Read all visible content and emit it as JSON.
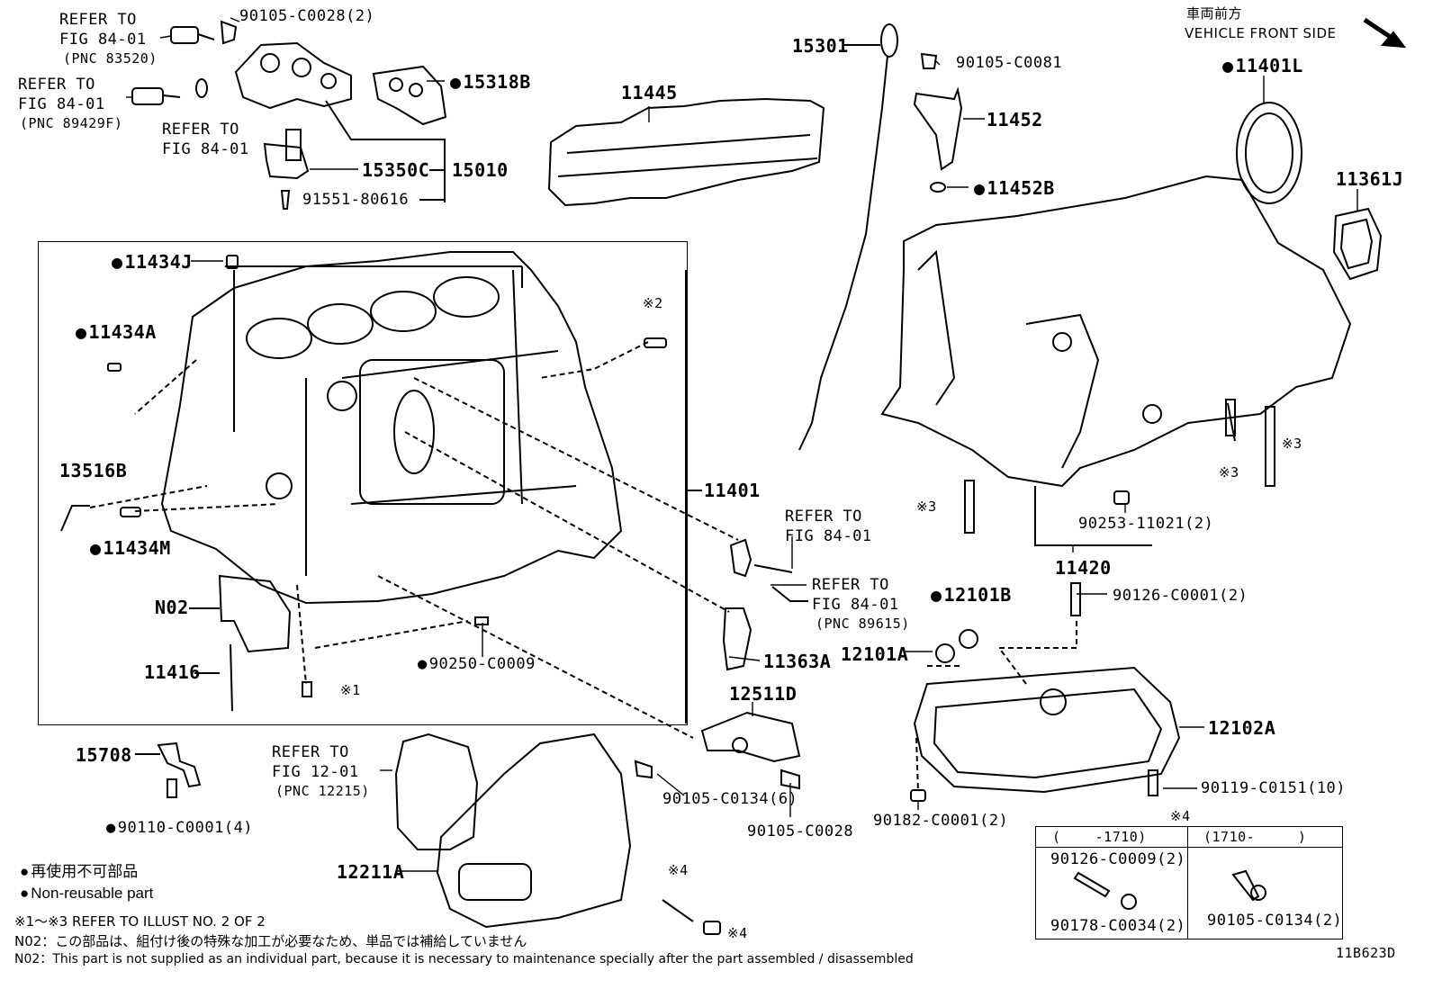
{
  "header": {
    "jp_direction": "車両前方",
    "en_direction": "VEHICLE FRONT SIDE"
  },
  "labels": {
    "refer_8352_1": "REFER TO",
    "refer_8352_2": "FIG 84-01",
    "refer_8352_3": "(PNC 83520)",
    "p90105_c0028_2": "90105-C0028(2)",
    "refer_8942_1": "REFER TO",
    "refer_8942_2": "FIG 84-01",
    "refer_8942_3": "(PNC 89429F)",
    "refer_plain_1": "REFER TO",
    "refer_plain_2": "FIG 84-01",
    "p15318b": "15318B",
    "p15350c": "15350C",
    "p15010": "15010",
    "p91551": "91551-80616",
    "p11445": "11445",
    "p15301": "15301",
    "p90105_c0081": "90105-C0081",
    "p11452": "11452",
    "p11452b": "11452B",
    "p11401l": "11401L",
    "p11361j": "11361J",
    "p11434j": "11434J",
    "p11434a": "11434A",
    "ref2": "※2",
    "p13516b": "13516B",
    "p11434m": "11434M",
    "p11401": "11401",
    "pn02": "N02",
    "p11416": "11416",
    "p90250": "90250-C0009",
    "ref1": "※1",
    "refer_knock_1": "REFER TO",
    "refer_knock_2": "FIG 84-01",
    "refer_89615_1": "REFER TO",
    "refer_89615_2": "FIG 84-01",
    "refer_89615_3": "(PNC 89615)",
    "p11363a": "11363A",
    "p12511d": "12511D",
    "ref3a": "※3",
    "ref3b": "※3",
    "ref3c": "※3",
    "p90253": "90253-11021(2)",
    "p11420": "11420",
    "p12101b": "12101B",
    "p90126_c0001": "90126-C0001(2)",
    "p12101a": "12101A",
    "p12102a": "12102A",
    "p90119": "90119-C0151(10)",
    "p90182": "90182-C0001(2)",
    "p15708": "15708",
    "p90110": "90110-C0001(4)",
    "refer_12215_1": "REFER TO",
    "refer_12215_2": "FIG 12-01",
    "refer_12215_3": "(PNC 12215)",
    "p90105_c0134_6": "90105-C0134(6)",
    "p90105_c0028": "90105-C0028",
    "p12211a": "12211A",
    "ref4a": "※4",
    "ref4b": "※4",
    "ref4c": "※4",
    "code": "11B623D"
  },
  "table": {
    "col1_header": "(    -1710)",
    "col2_header": "(1710-     )",
    "col1_top": "90126-C0009(2)",
    "col1_bottom": "90178-C0034(2)",
    "col2_bottom": "90105-C0134(2)"
  },
  "legend": {
    "jp": "再使用不可部品",
    "en": "Non-reusable part"
  },
  "notes": {
    "n1": "※1～※3 REFER TO ILLUST NO. 2 OF 2",
    "n2": "N02：この部品は、組付け後の特殊な加工が必要なため、単品では補給していません",
    "n3": "N02：This part is not supplied as an individual part, because it is necessary to maintenance specially after the part assembled / disassembled"
  }
}
